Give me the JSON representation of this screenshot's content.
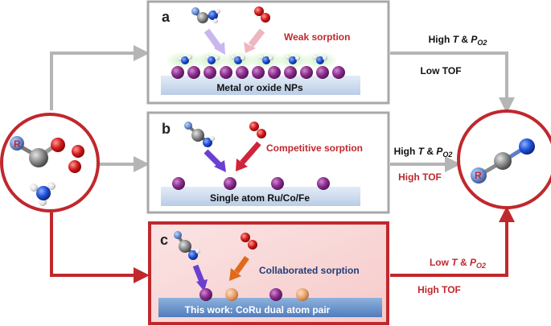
{
  "panels": {
    "a": {
      "letter": "a",
      "sorption": "Weak sorption",
      "support": "Metal or oxide NPs"
    },
    "b": {
      "letter": "b",
      "sorption": "Competitive sorption",
      "support": "Single atom Ru/Co/Fe"
    },
    "c": {
      "letter": "c",
      "sorption": "Collaborated sorption",
      "support": "This work: CoRu dual atom pair"
    }
  },
  "conditions": {
    "a": {
      "cond_prefix": "High ",
      "cond_T": "T",
      "cond_mid": " & ",
      "cond_P": "P",
      "cond_sub": "O2",
      "tof": "Low TOF"
    },
    "b": {
      "cond_prefix": "High ",
      "cond_T": "T",
      "cond_mid": " & ",
      "cond_P": "P",
      "cond_sub": "O2",
      "tof": "High TOF"
    },
    "c": {
      "cond_prefix": "Low ",
      "cond_T": "T",
      "cond_mid": " & ",
      "cond_P": "P",
      "cond_sub": "O2",
      "tof": "High TOF"
    }
  },
  "molecule_labels": {
    "reactant_R": "R",
    "product_R": "R"
  },
  "colors": {
    "gray_arrow": "#b5b5b5",
    "red": "#c0282d",
    "navy": "#1f3d7a",
    "support": "#c9d7ea",
    "support_c": "#6a93c9",
    "metal": "#8b2c8c",
    "co_atom": "#e7a06a"
  }
}
